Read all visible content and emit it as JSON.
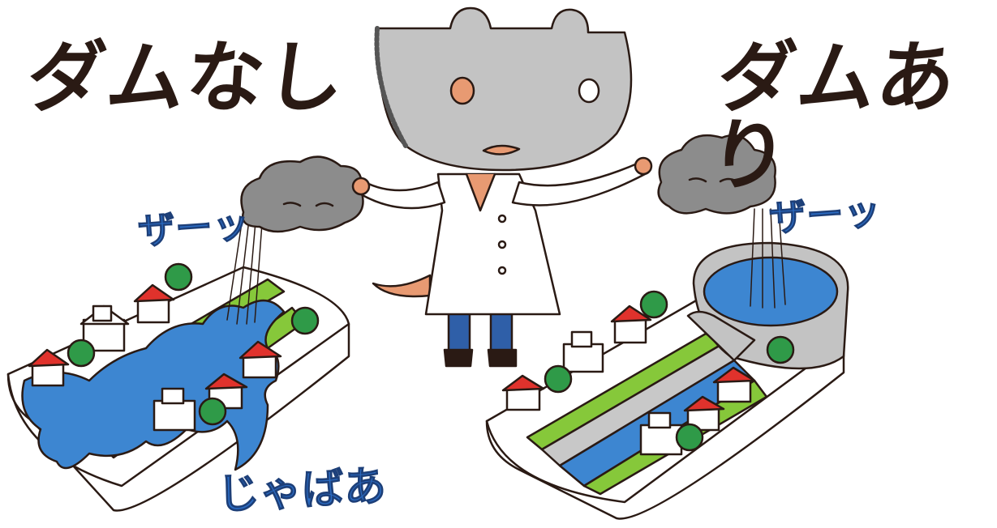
{
  "titles": {
    "without_dam": "ダムなし",
    "with_dam": "ダムあり"
  },
  "sound_effects": {
    "rain_left": "ザーッ",
    "rain_right": "ザーッ",
    "flood": "じゃばあ"
  },
  "colors": {
    "water": "#3d86d1",
    "grass": "#86c83a",
    "roof": "#e0322c",
    "tree": "#2f9a48",
    "cloud": "#8c8c8c",
    "mascot_head": "#c3c3c3",
    "text_dark": "#2a1a14"
  }
}
